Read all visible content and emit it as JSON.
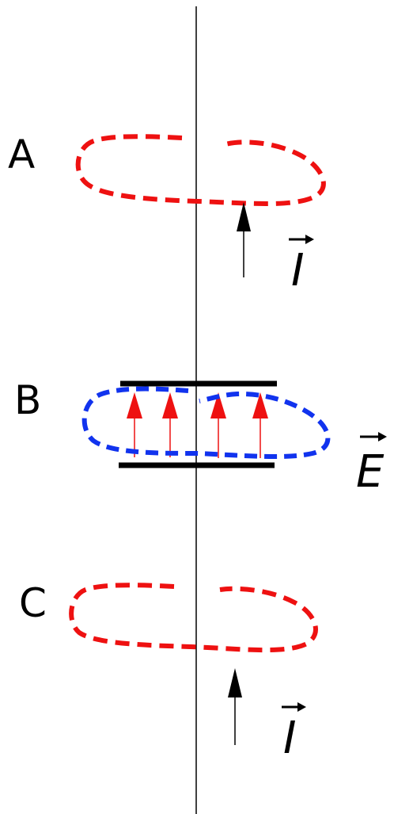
{
  "labels": {
    "a": "A",
    "b": "B",
    "c": "C"
  },
  "vectors": {
    "current_top": "I",
    "field": "E",
    "current_bottom": "I"
  },
  "colors": {
    "loop_red": "#ee1111",
    "loop_blue": "#1133ee",
    "field_arrow": "#ee1111",
    "wire": "#000000",
    "plate": "#000000"
  }
}
